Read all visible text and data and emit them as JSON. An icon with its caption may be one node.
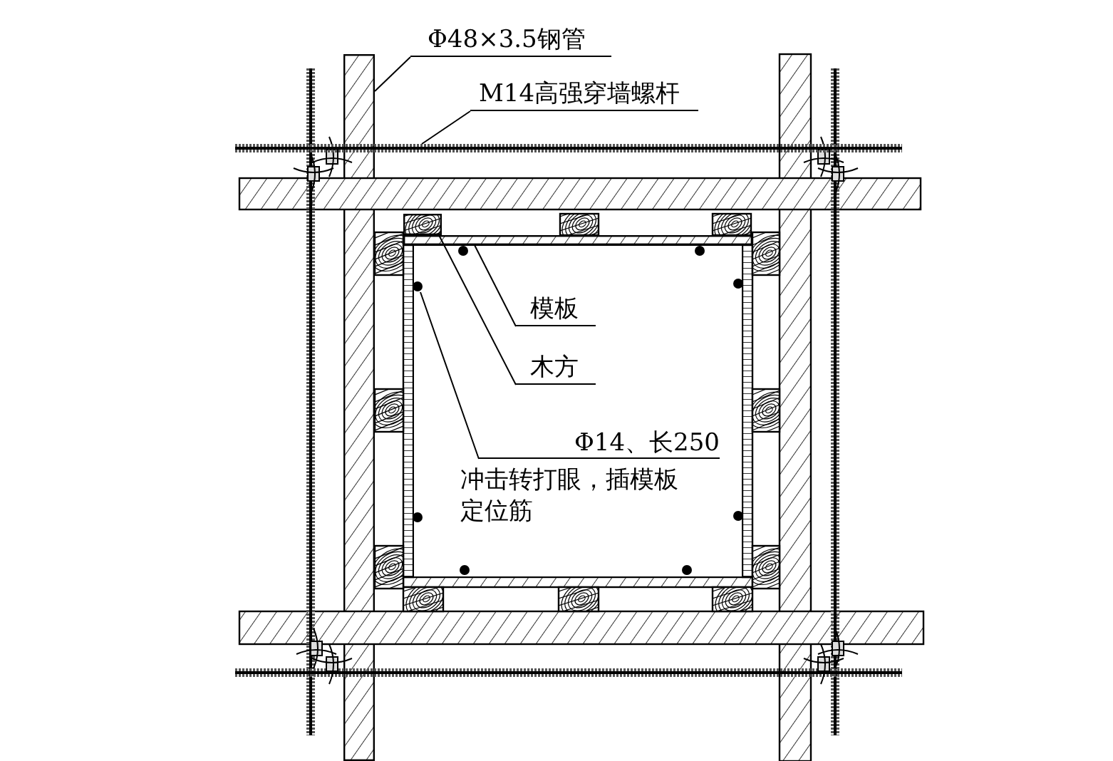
{
  "diagram": {
    "nodes": [
      {
        "text": [
          "Φ48×3.5钢管"
        ]
      },
      {
        "text": [],
        "shape": "bar"
      },
      {
        "text": [
          "M14高强穿墙螺杆"
        ]
      },
      {
        "text": [],
        "shape": "bar"
      },
      {
        "text": [
          "模板"
        ]
      },
      {
        "text": [],
        "shape": "box"
      },
      {
        "text": [
          "木方"
        ]
      },
      {
        "text": [],
        "shape": "box"
      },
      {
        "text": [
          "Φ14、长250",
          "冲击转打眼，插模板定位筋"
        ]
      },
      {
        "text": [],
        "shape": "circle"
      }
    ],
    "edges": [
      {
        "from": 0,
        "to": 1,
        "arrow": "none"
      },
      {
        "from": 2,
        "to": 3,
        "arrow": "none"
      },
      {
        "from": 4,
        "to": 5,
        "arrow": "none"
      },
      {
        "from": 6,
        "to": 7,
        "arrow": "none"
      },
      {
        "from": 8,
        "to": 9,
        "arrow": "none"
      }
    ]
  }
}
